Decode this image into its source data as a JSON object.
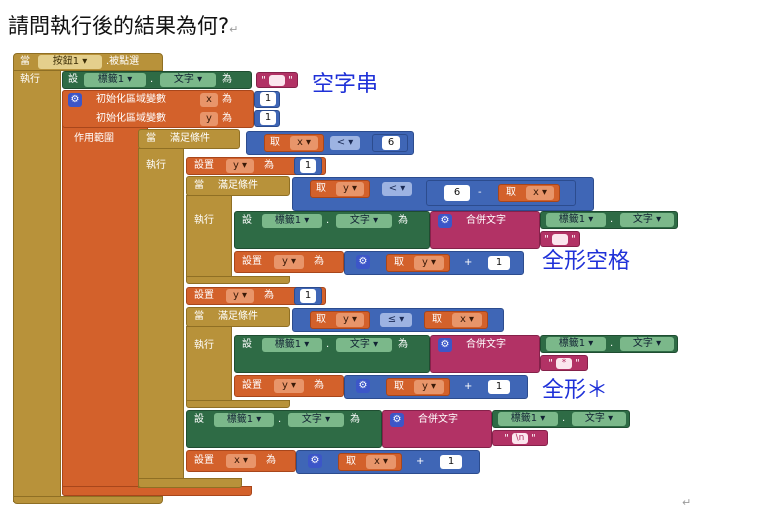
{
  "question": "請問執行後的結果為何?",
  "para_mark": "↵",
  "end_mark": "↵",
  "kw": {
    "when": "當",
    "do": "執行",
    "set": "設",
    "set_var": "設置",
    "to": "為",
    "dot": ".",
    "clicked": ".被點選",
    "init_local": "初始化區域變數",
    "scope": "作用範圍",
    "while": "滿足條件",
    "get": "取",
    "join": "合併文字",
    "lt": "<",
    "le": "≤",
    "plus": "+",
    "minus": "-"
  },
  "components": {
    "button": "按鈕1",
    "label": "標籤1",
    "text_prop": "文字"
  },
  "vars": {
    "x": "x",
    "y": "y"
  },
  "numbers": {
    "one": "1",
    "six": "6"
  },
  "strings": {
    "empty": "",
    "space": "",
    "star": "*",
    "newline": "\\n"
  },
  "annotations": {
    "empty_string": "空字串",
    "fullwidth_space": "全形空格",
    "fullwidth_star": "全形＊"
  },
  "colors": {
    "control": "#b8923a",
    "variables": "#d3612b",
    "components": "#2e6b45",
    "text": "#b23265",
    "math": "#3f66b6",
    "annotation": "#1f31d8"
  }
}
